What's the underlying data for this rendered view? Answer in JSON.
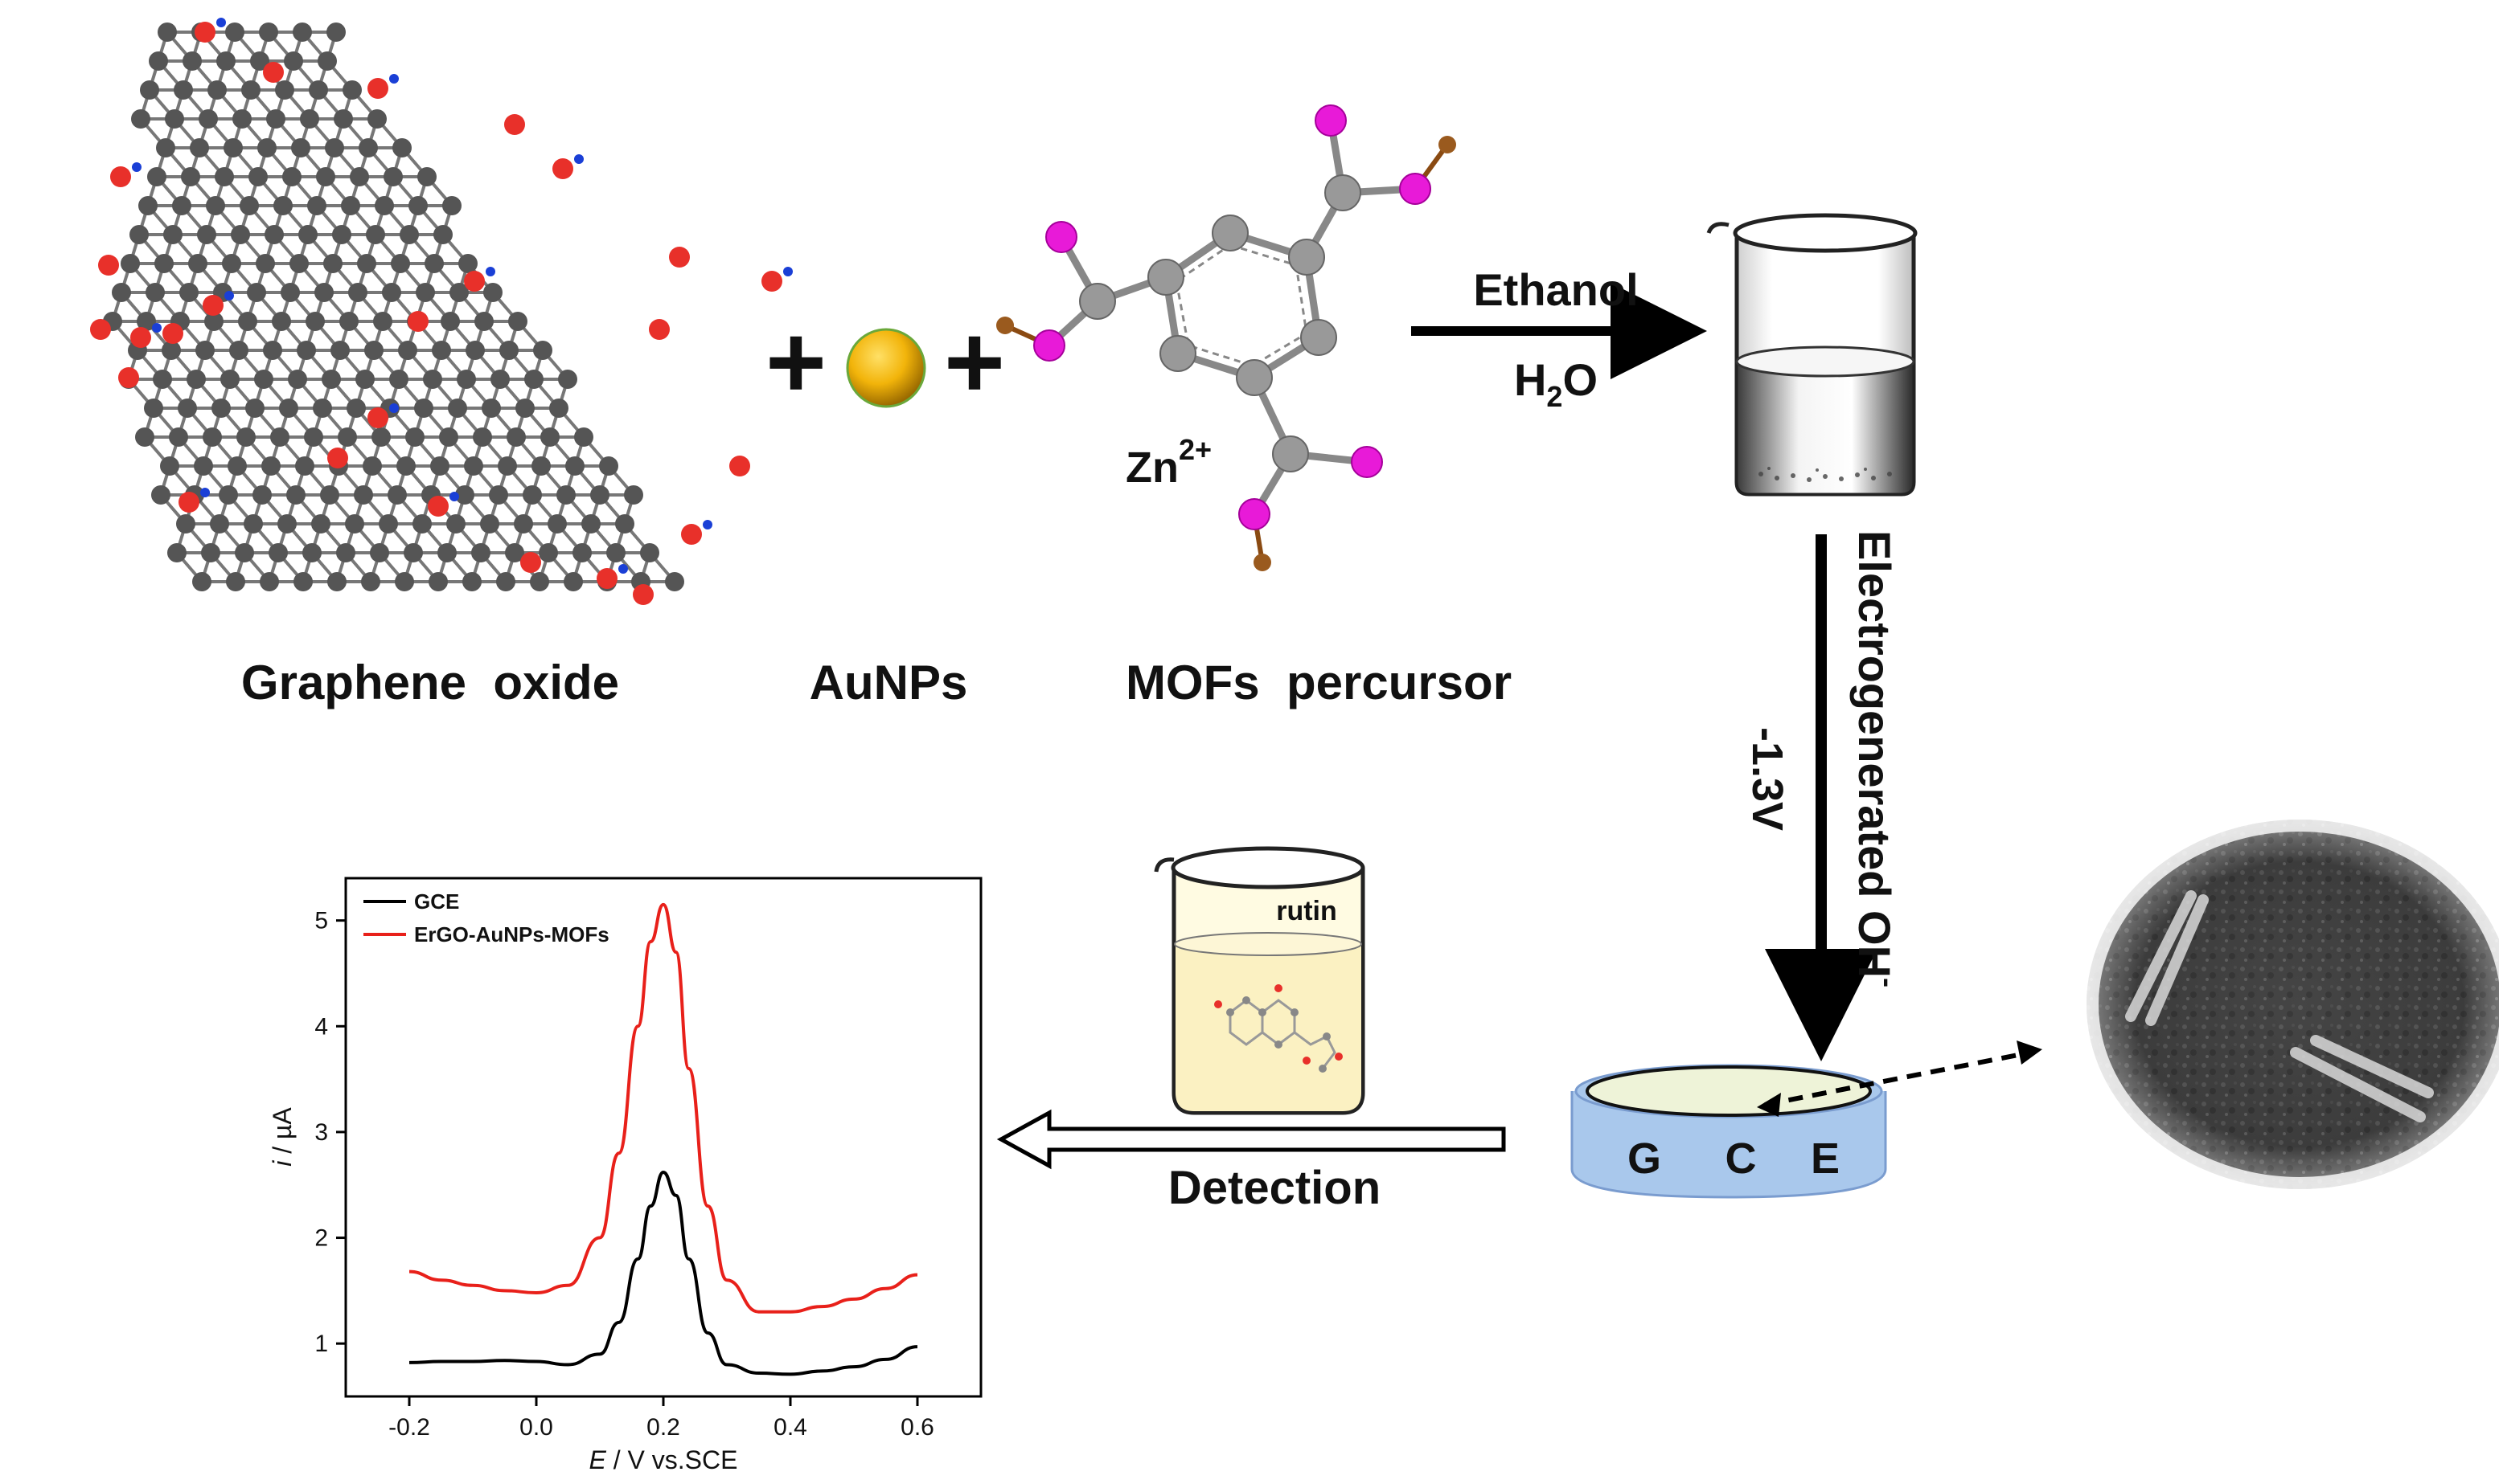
{
  "labels": {
    "graphene_oxide": "Graphene  oxide",
    "aunps": "AuNPs",
    "mofs_precursor": "MOFs  percursor",
    "zn_base": "Zn",
    "zn_sup": "2+",
    "ethanol": "Ethanol",
    "water_base": "H",
    "water_sub": "2",
    "water_end": "O",
    "electrogenerated": "Electrogenerated OH",
    "electrogenerated_sup": "-",
    "voltage": "-1.3V",
    "detection": "Detection",
    "rutin": "rutin",
    "electrode_letters": [
      "G",
      "C",
      "E"
    ],
    "plus": "+"
  },
  "colors": {
    "carbon": "#555555",
    "oxygen": "#e8302a",
    "hydrogen": "#1a3fd6",
    "mof_oxygen": "#e81ad8",
    "mof_h": "#9a5a1e",
    "gold": "#f2b40a",
    "electrode": "#a9c8ec",
    "red_series": "#e8201a",
    "black_series": "#000000"
  },
  "chart_data": {
    "type": "line",
    "xlabel_italic": "E",
    "xlabel_rest": " / V vs.SCE",
    "ylabel_italic": "i",
    "ylabel_rest": " / µA",
    "xlim": [
      -0.3,
      0.7
    ],
    "ylim": [
      0.5,
      5.4
    ],
    "xticks": [
      "-0.2",
      "0.0",
      "0.2",
      "0.4",
      "0.6"
    ],
    "xtick_values": [
      -0.2,
      0.0,
      0.2,
      0.4,
      0.6
    ],
    "yticks": [
      "1",
      "2",
      "3",
      "4",
      "5"
    ],
    "ytick_values": [
      1,
      2,
      3,
      4,
      5
    ],
    "series": [
      {
        "name": "GCE",
        "color": "#000000",
        "x": [
          -0.2,
          -0.15,
          -0.1,
          -0.05,
          0.0,
          0.05,
          0.1,
          0.13,
          0.16,
          0.18,
          0.2,
          0.22,
          0.24,
          0.27,
          0.3,
          0.35,
          0.4,
          0.45,
          0.5,
          0.55,
          0.6
        ],
        "y": [
          0.82,
          0.83,
          0.83,
          0.84,
          0.83,
          0.8,
          0.9,
          1.2,
          1.8,
          2.3,
          2.62,
          2.4,
          1.8,
          1.1,
          0.8,
          0.72,
          0.71,
          0.74,
          0.78,
          0.85,
          0.97
        ]
      },
      {
        "name": "ErGO-AuNPs-MOFs",
        "color": "#e8201a",
        "x": [
          -0.2,
          -0.15,
          -0.1,
          -0.05,
          0.0,
          0.05,
          0.1,
          0.13,
          0.16,
          0.18,
          0.2,
          0.22,
          0.24,
          0.27,
          0.3,
          0.35,
          0.4,
          0.45,
          0.5,
          0.55,
          0.6
        ],
        "y": [
          1.68,
          1.6,
          1.55,
          1.5,
          1.48,
          1.55,
          2.0,
          2.8,
          4.0,
          4.8,
          5.15,
          4.7,
          3.6,
          2.3,
          1.6,
          1.3,
          1.3,
          1.35,
          1.42,
          1.52,
          1.65
        ]
      }
    ]
  }
}
